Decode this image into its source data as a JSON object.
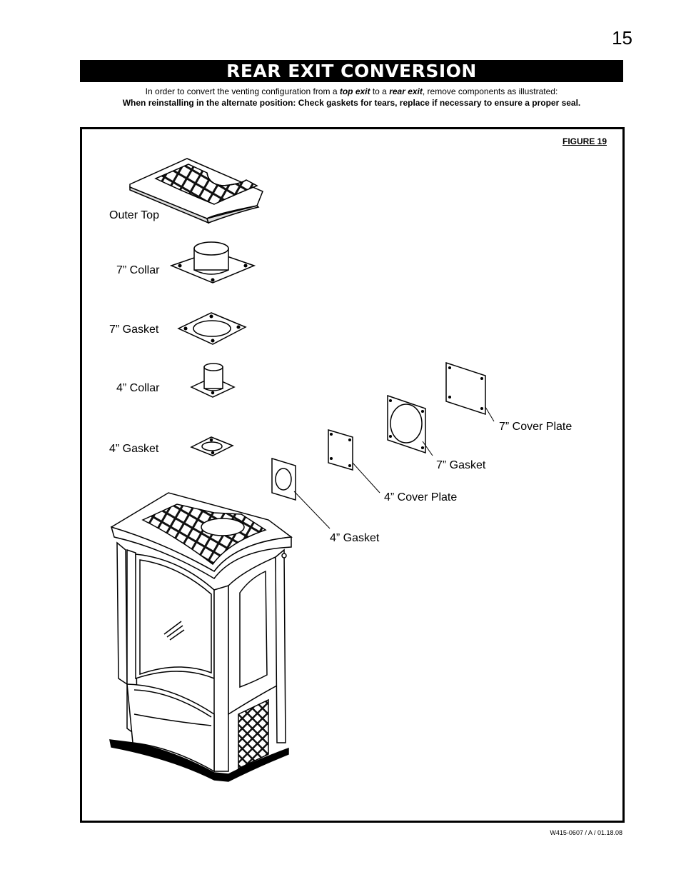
{
  "page_number": "15",
  "title": "REAR EXIT CONVERSION",
  "intro": {
    "part1": "In order to convert the venting configuration from a ",
    "top_exit": "top exit",
    "part2": " to a ",
    "rear_exit": "rear exit",
    "part3": ", remove components as illustrated:",
    "warning": "When reinstalling in the alternate position: Check gaskets for tears, replace if necessary to ensure a proper seal."
  },
  "figure": {
    "label": "FIGURE 19",
    "labels": {
      "outer_top": "Outer Top",
      "collar_7": "7” Collar",
      "gasket_7_top": "7” Gasket",
      "collar_4": "4” Collar",
      "gasket_4_top": "4” Gasket",
      "cover_plate_7": "7” Cover Plate",
      "gasket_7_rear": "7” Gasket",
      "cover_plate_4": "4” Cover Plate",
      "gasket_4_rear": "4” Gasket"
    }
  },
  "footer": "W415-0607 / A / 01.18.08"
}
